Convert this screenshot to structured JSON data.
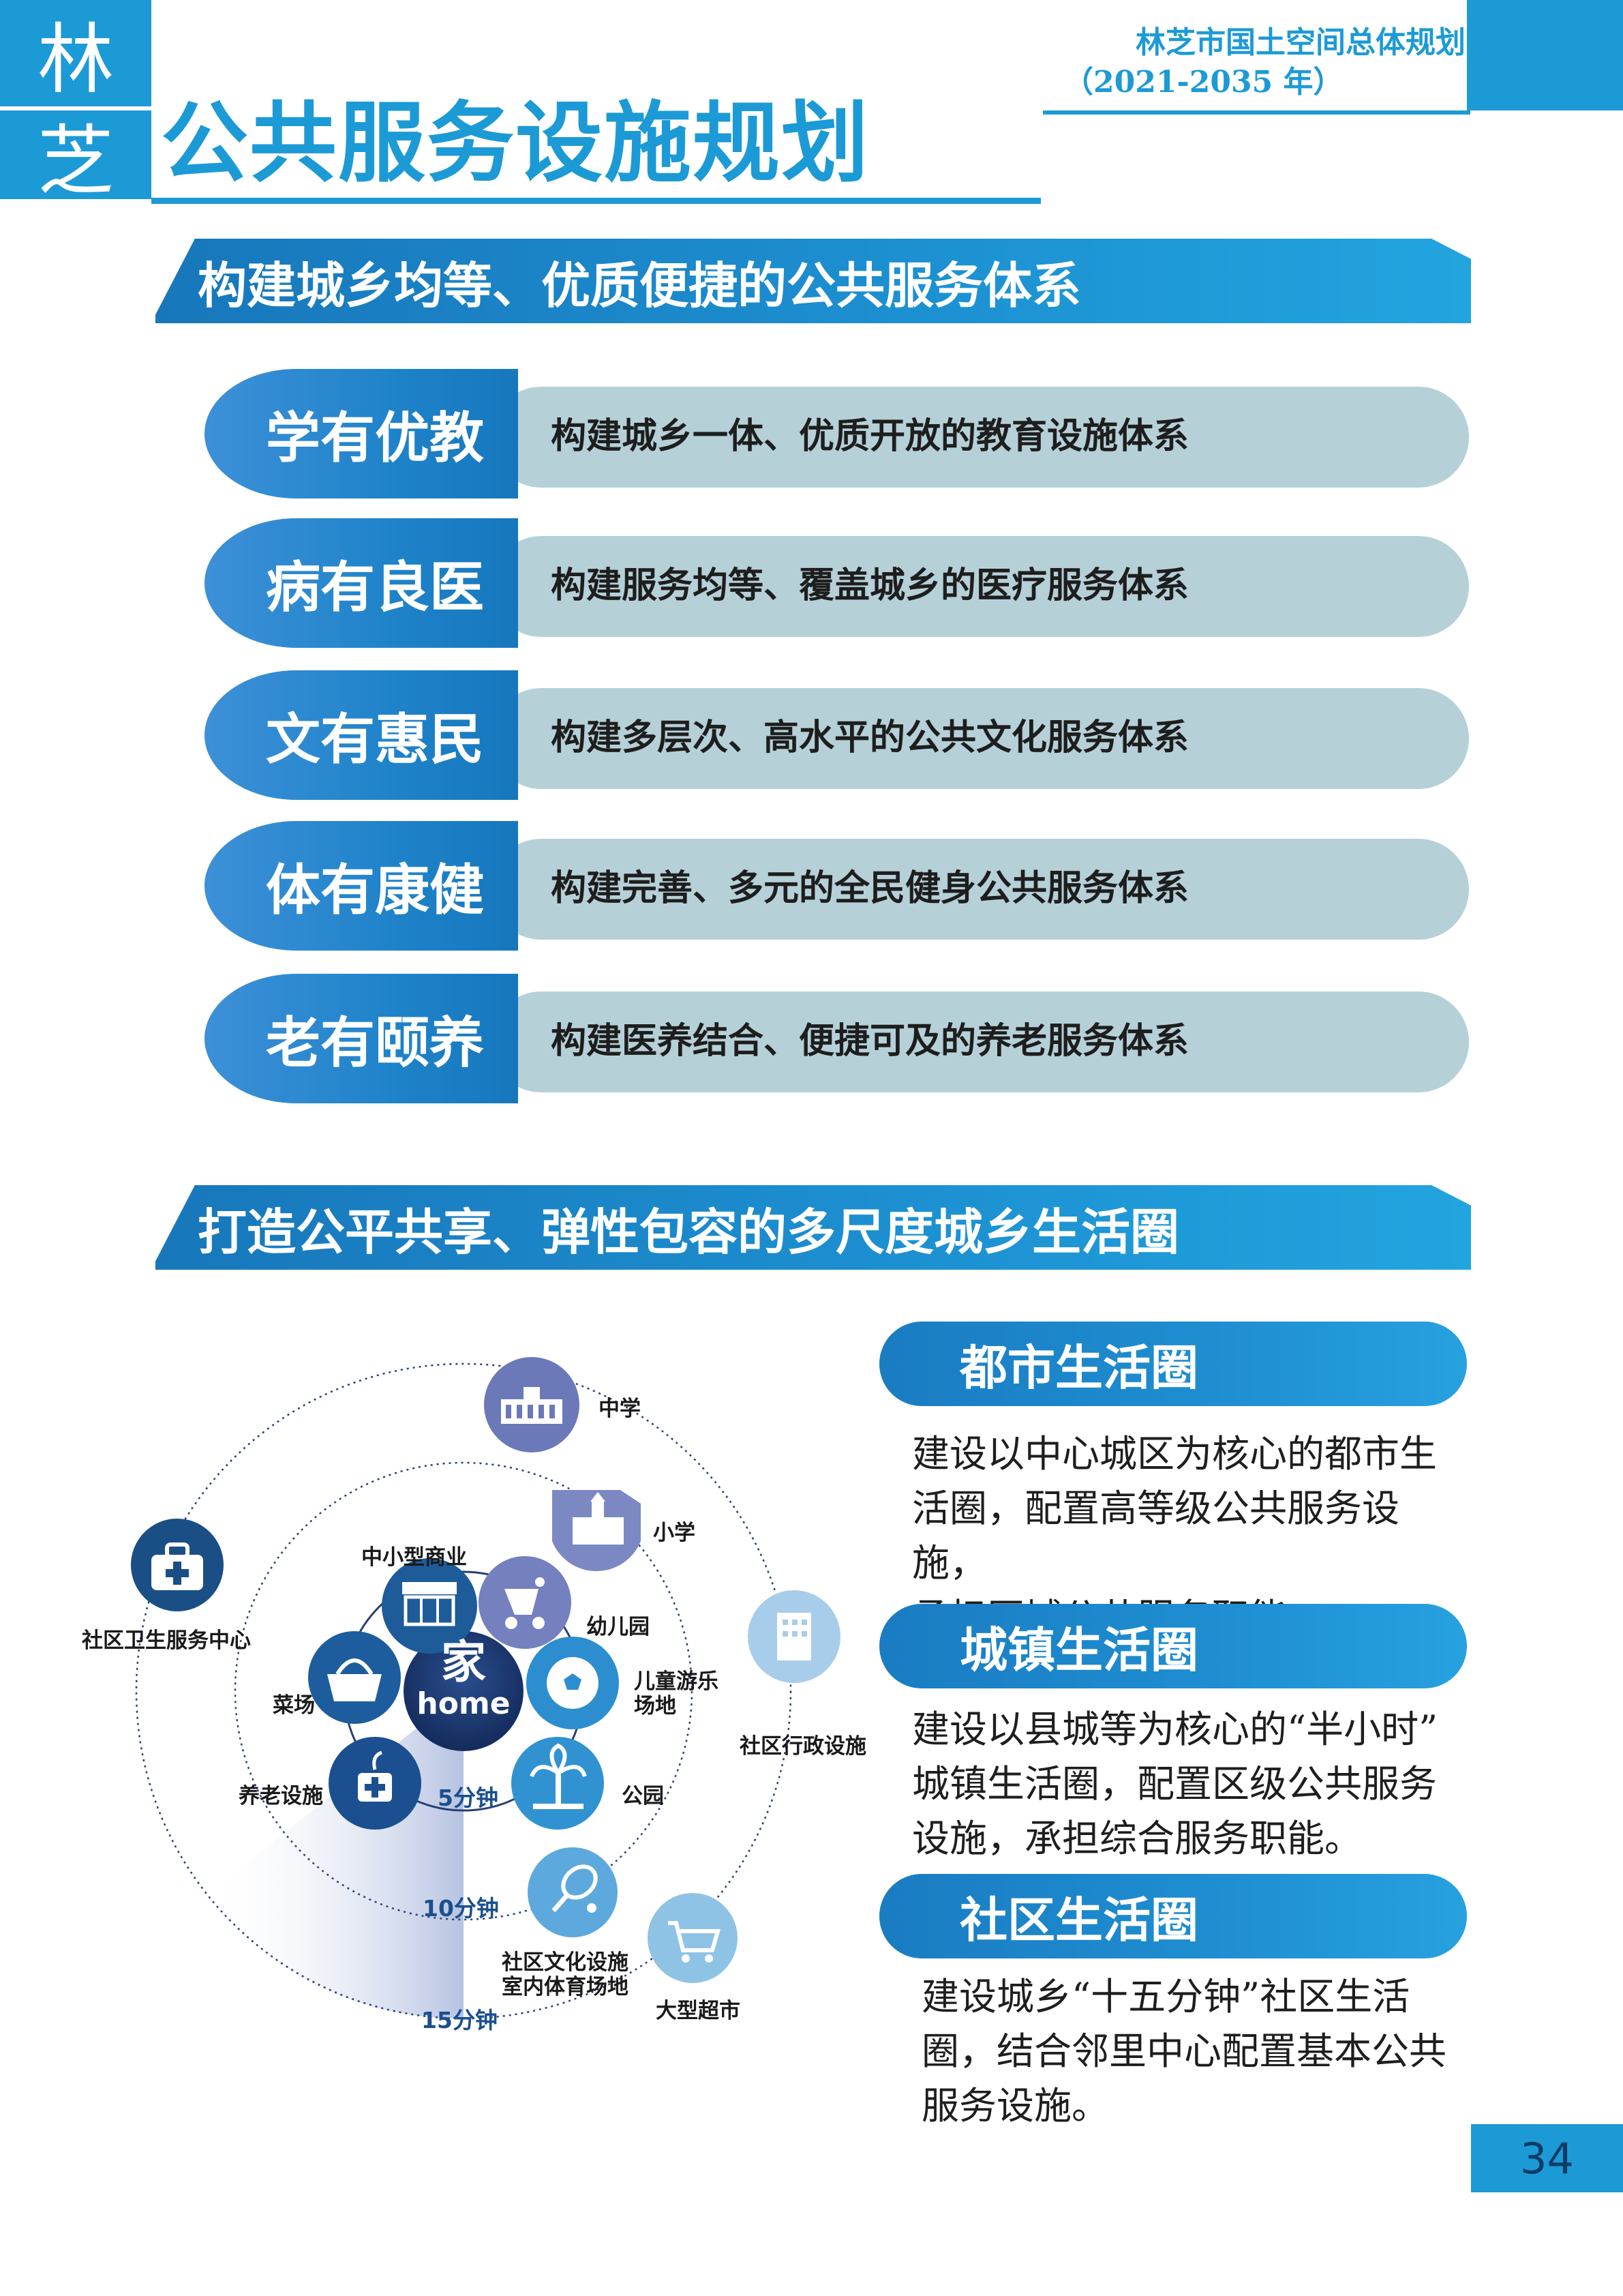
{
  "header": {
    "corner_char_1": "林",
    "corner_char_2": "芝",
    "main_title": "公共服务设施规划",
    "doc_title_line1": "林芝市国土空间总体规划",
    "doc_title_line2": "（2021-2035 年）"
  },
  "section1": {
    "title": "构建城乡均等、优质便捷的公共服务体系",
    "rows": [
      {
        "tab": "学有优教",
        "text": "构建城乡一体、优质开放的教育设施体系"
      },
      {
        "tab": "病有良医",
        "text": "构建服务均等、覆盖城乡的医疗服务体系"
      },
      {
        "tab": "文有惠民",
        "text": "构建多层次、高水平的公共文化服务体系"
      },
      {
        "tab": "体有康健",
        "text": "构建完善、多元的全民健身公共服务体系"
      },
      {
        "tab": "老有颐养",
        "text": "构建医养结合、便捷可及的养老服务体系"
      }
    ]
  },
  "section2": {
    "title": "打造公平共享、弹性包容的多尺度城乡生活圈"
  },
  "diagram": {
    "center_char": "家",
    "center_word": "home",
    "ring_labels": {
      "r5": "5分钟",
      "r10": "10分钟",
      "r15": "15分钟"
    },
    "facilities": {
      "middle_school": "中学",
      "primary_school": "小学",
      "commerce": "中小型商业",
      "kindergarten": "幼儿园",
      "health_center": "社区卫生服务中心",
      "market": "菜场",
      "playground_1": "儿童游乐",
      "playground_2": "场地",
      "admin": "社区行政设施",
      "elderly": "养老设施",
      "park": "公园",
      "culture_1": "社区文化设施",
      "culture_2": "室内体育场地",
      "supermarket": "大型超市"
    }
  },
  "life_circles": [
    {
      "title": "都市生活圈",
      "desc": [
        "建设以中心城区为核心的都市生",
        "活圈，配置高等级公共服务设施，",
        "承担区域公共服务职能。"
      ]
    },
    {
      "title": "城镇生活圈",
      "desc": [
        "建设以县城等为核心的“半小时”",
        "城镇生活圈，配置区级公共服务",
        "设施，承担综合服务职能。"
      ]
    },
    {
      "title": "社区生活圈",
      "desc": [
        "建设城乡“十五分钟”社区生活",
        "圈，结合邻里中心配置基本公共",
        "服务设施。"
      ]
    }
  ],
  "page_number": "34",
  "colors": {
    "brand_blue": "#1c9ad6",
    "row_grey": "#b6d0d8",
    "ring_text": "#1b4f8f"
  }
}
